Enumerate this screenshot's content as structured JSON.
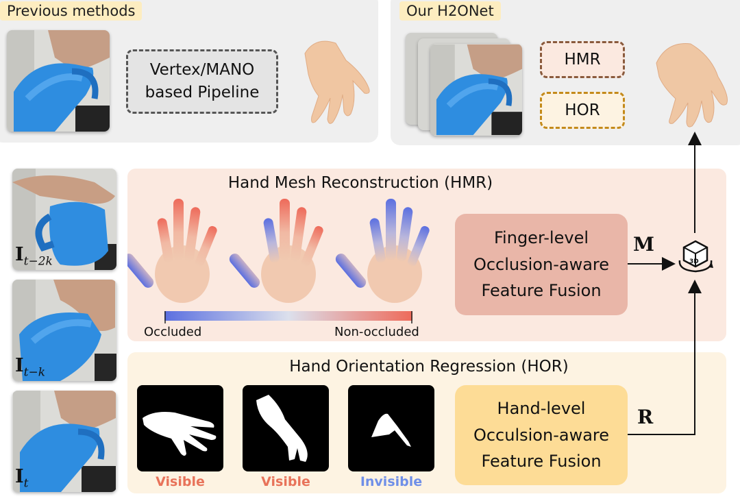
{
  "previous": {
    "tag": "Previous methods",
    "pipeline_line1": "Vertex/MANO",
    "pipeline_line2": "based Pipeline"
  },
  "ours": {
    "tag": "Our H2ONet",
    "hmr_box": "HMR",
    "hor_box": "HOR"
  },
  "frames": [
    {
      "symbol": "I",
      "subscript": "t−2k"
    },
    {
      "symbol": "I",
      "subscript": "t−k"
    },
    {
      "symbol": "I",
      "subscript": "t"
    }
  ],
  "hmr": {
    "title": "Hand Mesh Reconstruction (HMR)",
    "colorbar_left": "Occluded",
    "colorbar_right": "Non-occluded",
    "fusion_line1": "Finger-level",
    "fusion_line2": "Occlusion-aware",
    "fusion_line3": "Feature Fusion",
    "output_symbol": "M"
  },
  "hor": {
    "title": "Hand Orientation Regression (HOR)",
    "masks": [
      {
        "label": "Visible",
        "color": "#e8735a"
      },
      {
        "label": "Visible",
        "color": "#e8735a"
      },
      {
        "label": "Invisible",
        "color": "#6f8fe8"
      }
    ],
    "fusion_line1": "Hand-level",
    "fusion_line2": "Occulsion-aware",
    "fusion_line3": "Feature Fusion",
    "output_symbol": "R"
  },
  "colors": {
    "occluded": "#5b6fe0",
    "non_occluded": "#ee6a5a",
    "hmr_bg": "#fbe9e0",
    "hor_bg": "#fdf3e2",
    "finger_fusion": "#e9b6a8",
    "hand_fusion": "#fddc96",
    "hmr_dash": "#8a5a3c",
    "hor_dash": "#c48a1a"
  }
}
